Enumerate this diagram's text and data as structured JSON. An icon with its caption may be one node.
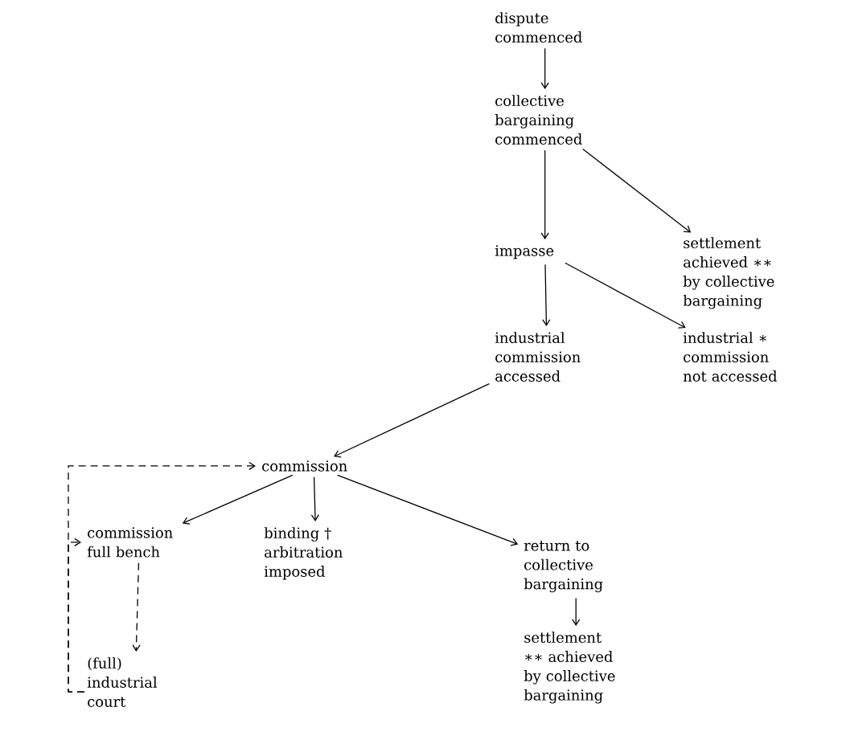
{
  "diagram": {
    "nodes": [
      {
        "text": [
          "dispute commenced"
        ]
      },
      {
        "text": [
          "collective bargaining commenced"
        ]
      },
      {
        "text": [
          "impasse"
        ]
      },
      {
        "text": [
          "settlement achieved ∗∗ by collective bargaining"
        ]
      },
      {
        "text": [
          "industrial commission accessed"
        ]
      },
      {
        "text": [
          "industrial ∗ commission not accessed"
        ]
      },
      {
        "text": [
          "commission"
        ]
      },
      {
        "text": [
          "commission full bench"
        ]
      },
      {
        "text": [
          "binding † arbitration imposed"
        ]
      },
      {
        "text": [
          "return to collective bargaining"
        ]
      },
      {
        "text": [
          "(full) industrial court"
        ]
      },
      {
        "text": [
          "settlement ∗∗ achieved by collective bargaining"
        ]
      }
    ],
    "edges": [
      {
        "from": 0,
        "to": 1,
        "arrow": "to"
      },
      {
        "from": 1,
        "to": 2,
        "arrow": "to"
      },
      {
        "from": 1,
        "to": 3,
        "arrow": "to"
      },
      {
        "from": 2,
        "to": 4,
        "arrow": "to"
      },
      {
        "from": 2,
        "to": 5,
        "arrow": "to"
      },
      {
        "from": 4,
        "to": 6,
        "arrow": "to"
      },
      {
        "from": 6,
        "to": 7,
        "arrow": "to"
      },
      {
        "from": 6,
        "to": 8,
        "arrow": "to"
      },
      {
        "from": 6,
        "to": 9,
        "arrow": "to"
      },
      {
        "from": 9,
        "to": 11,
        "arrow": "to"
      },
      {
        "from": 7,
        "to": 10,
        "arrow": "to",
        "style": "dashed"
      },
      {
        "from": 10,
        "to": 6,
        "arrow": "to",
        "style": "dashed"
      },
      {
        "from": 10,
        "to": 7,
        "arrow": "to",
        "style": "dashed"
      }
    ]
  }
}
